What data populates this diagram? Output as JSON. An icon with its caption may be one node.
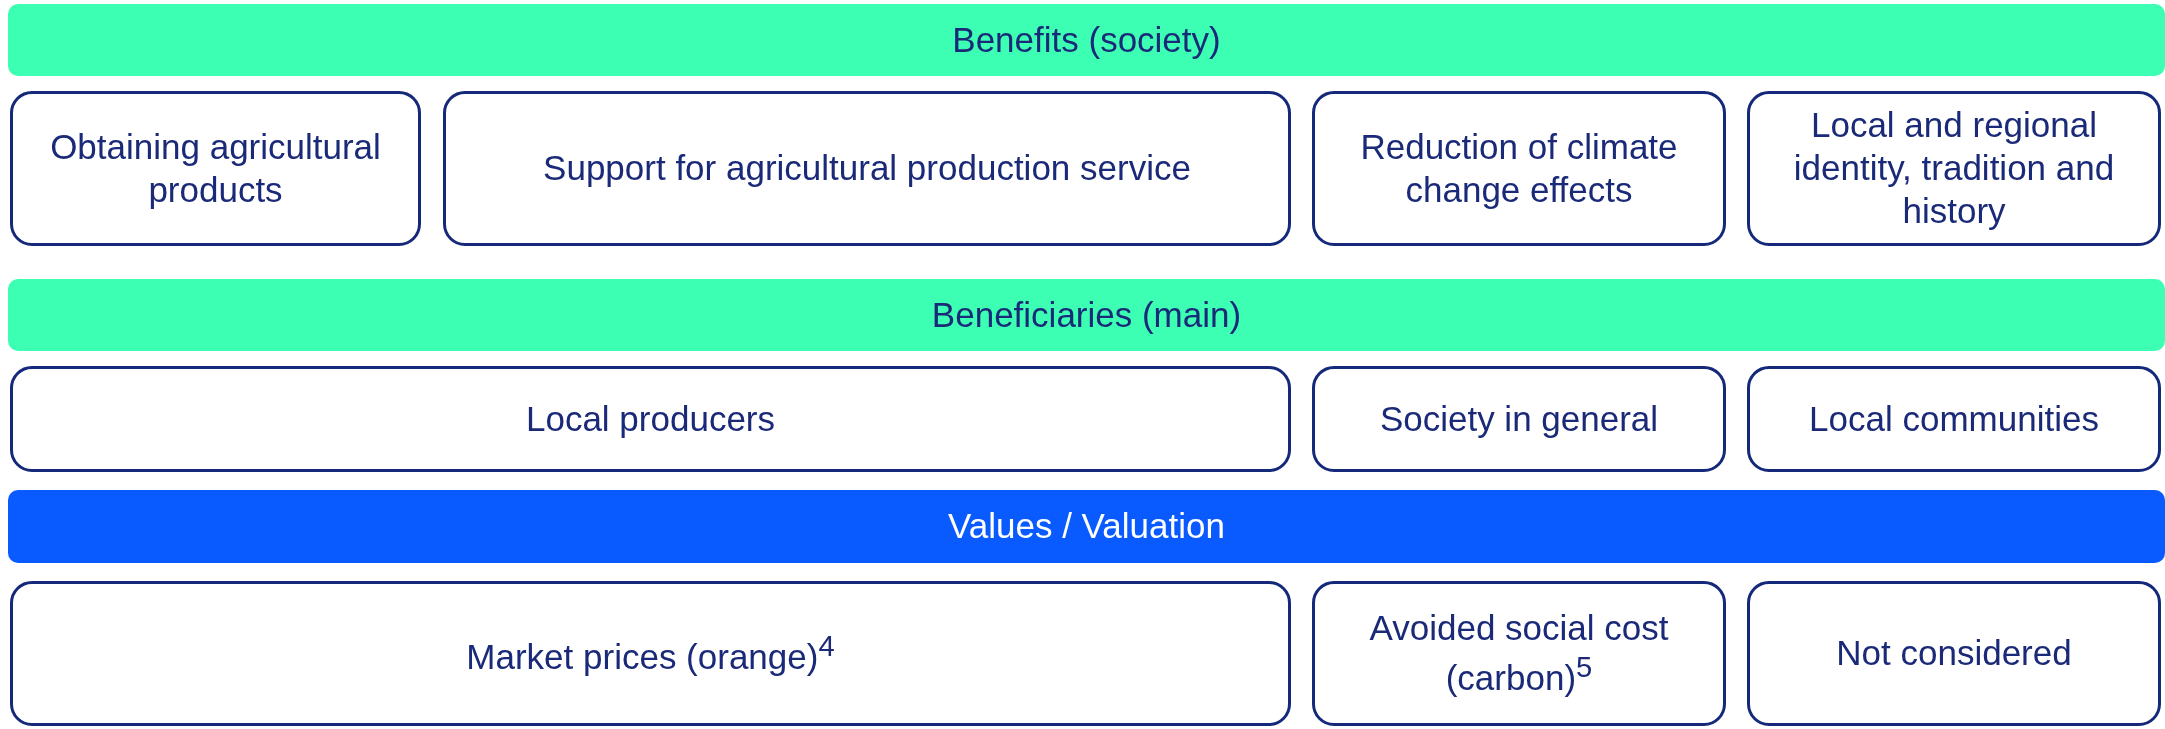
{
  "diagram": {
    "nodes": [
      {
        "text": [
          "Benefits (society)"
        ]
      },
      {
        "text": [
          "Obtaining agricultural products"
        ]
      },
      {
        "text": [
          "Support for agricultural production service"
        ]
      },
      {
        "text": [
          "Reduction of climate change effects"
        ]
      },
      {
        "text": [
          "Local and regional identity, tradition and history"
        ]
      },
      {
        "text": [
          "Beneficiaries (main)"
        ]
      },
      {
        "text": [
          "Local producers"
        ]
      },
      {
        "text": [
          "Society in general"
        ]
      },
      {
        "text": [
          "Local communities"
        ]
      },
      {
        "text": [
          "Values / Valuation"
        ]
      },
      {
        "text": [
          "Market prices (orange)$^{4}$"
        ]
      },
      {
        "text": [
          "Avoided social cost (carbon)$^{5}$"
        ]
      },
      {
        "text": [
          "Not considered"
        ]
      }
    ]
  }
}
